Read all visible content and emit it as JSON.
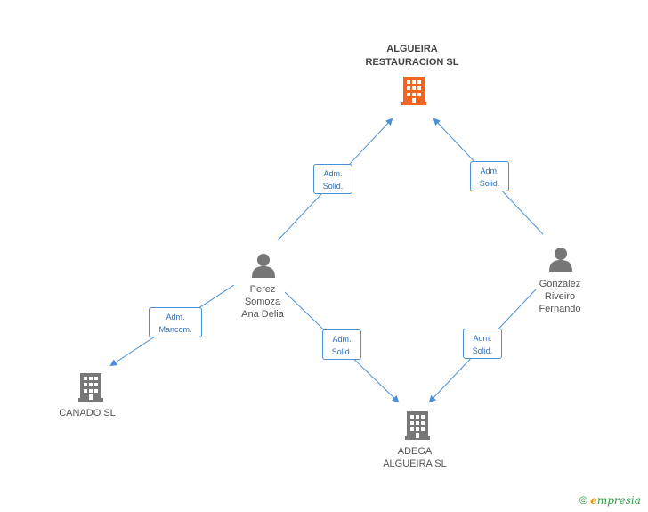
{
  "nodes": {
    "algueira": {
      "name_line1": "ALGUEIRA",
      "name_line2": "RESTAURACION SL",
      "type": "company",
      "color": "#f26522"
    },
    "perez": {
      "line1": "Perez",
      "line2": "Somoza",
      "line3": "Ana Delia",
      "type": "person"
    },
    "gonzalez": {
      "line1": "Gonzalez",
      "line2": "Riveiro",
      "line3": "Fernando",
      "type": "person"
    },
    "canado": {
      "name": "CANADO SL",
      "type": "company"
    },
    "adega": {
      "name_line1": "ADEGA",
      "name_line2": "ALGUEIRA SL",
      "type": "company"
    }
  },
  "relations": {
    "perez_algueira": {
      "line1": "Adm.",
      "line2": "Solid."
    },
    "gonzalez_algueira": {
      "line1": "Adm.",
      "line2": "Solid."
    },
    "perez_canado": {
      "line1": "Adm.",
      "line2": "Mancom."
    },
    "perez_adega": {
      "line1": "Adm.",
      "line2": "Solid."
    },
    "gonzalez_adega": {
      "line1": "Adm.",
      "line2": "Solid."
    }
  },
  "colors": {
    "edge": "#4a8fd8",
    "company": "#777777",
    "person": "#777777",
    "highlight": "#f26522"
  },
  "watermark": {
    "copyright": "©",
    "brand_e": "e",
    "brand_rest": "mpresia"
  }
}
